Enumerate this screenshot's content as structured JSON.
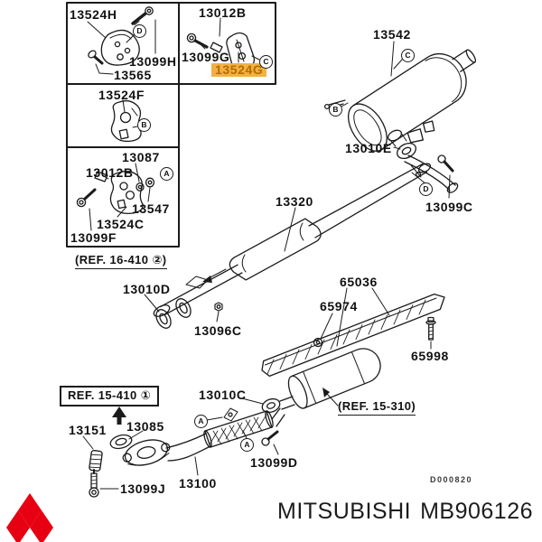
{
  "document": {
    "type": "parts-catalog-exploded-diagram",
    "footer": {
      "brand": "MITSUBISHI",
      "part_number": "MB906126",
      "diagram_code": "D000820"
    }
  },
  "colors": {
    "line": "#1b1b1b",
    "highlight_bg": "#f4b042",
    "highlight_text": "#b06f00",
    "logo_red": "#e60012"
  },
  "parts": {
    "p13524H": "13524H",
    "p13099H": "13099H",
    "p13565": "13565",
    "p13012B": "13012B",
    "p13099G": "13099G",
    "p13524G": "13524G",
    "p13524F": "13524F",
    "p13087": "13087",
    "p13547": "13547",
    "p13524C": "13524C",
    "p13099F": "13099F",
    "p13542": "13542",
    "p13010E": "13010E",
    "p13099C": "13099C",
    "p13320": "13320",
    "p13010D": "13010D",
    "p13096C": "13096C",
    "p65036": "65036",
    "p65974": "65974",
    "p65998": "65998",
    "p13010C": "13010C",
    "p13099D": "13099D",
    "p13151": "13151",
    "p13085": "13085",
    "p13100": "13100",
    "p13099J": "13099J"
  },
  "refs": {
    "ref_16_410": "(REF. 16-410 ②)",
    "ref_15_410": "REF. 15-410 ①",
    "ref_15_310": "(REF. 15-310)"
  },
  "markers": {
    "a": "A",
    "b": "B",
    "c": "C",
    "d": "D"
  },
  "logo": {
    "name": "mitsubishi-three-diamond-logo"
  }
}
